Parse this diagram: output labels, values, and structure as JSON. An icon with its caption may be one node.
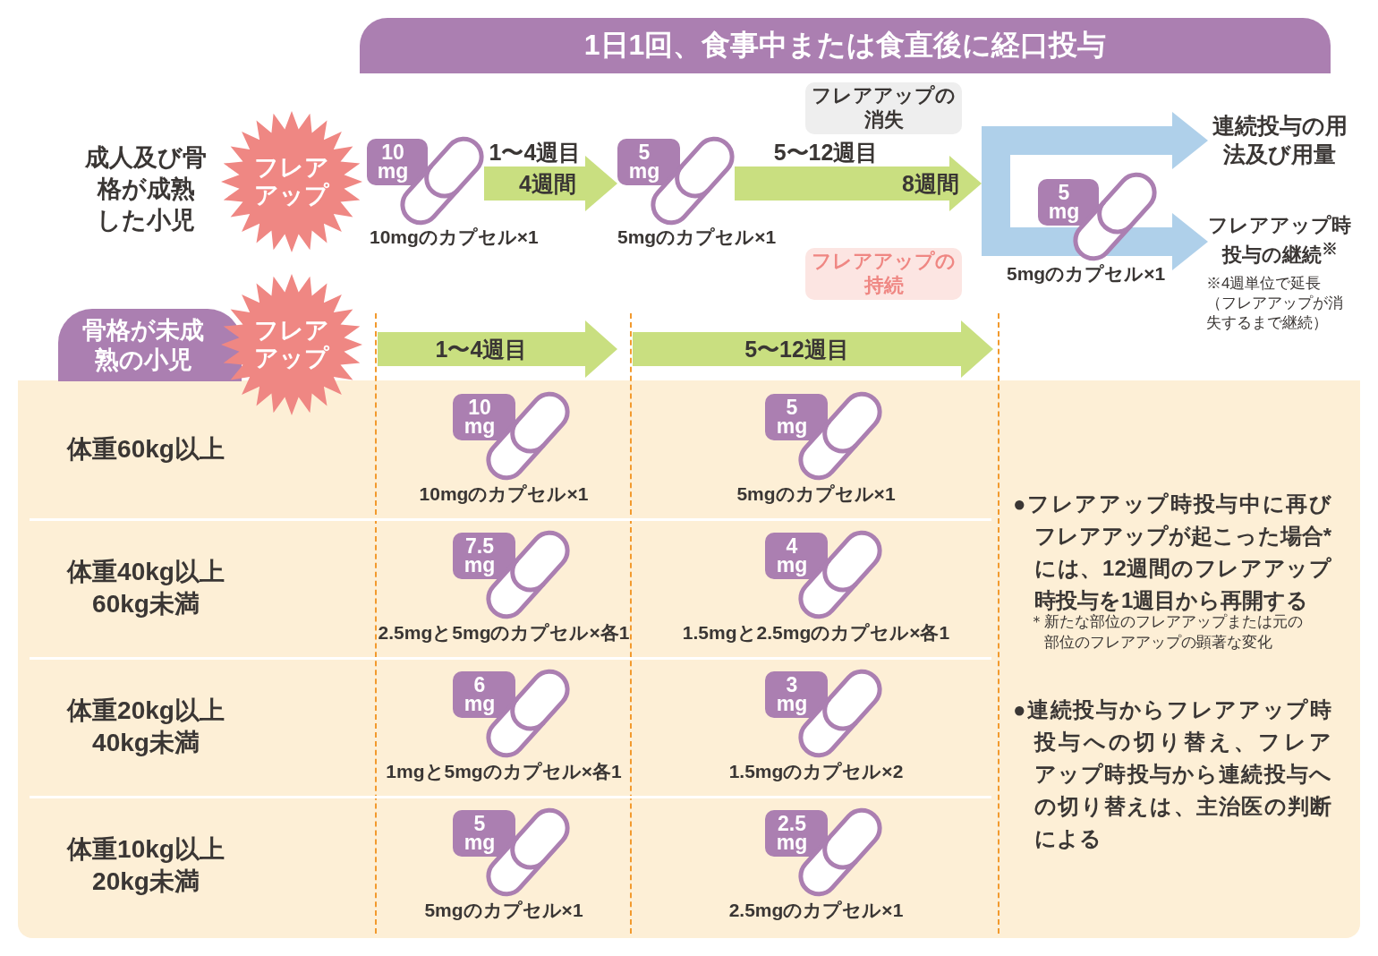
{
  "diagram": {
    "title": "1日1回、食事中または食直後に経口投与",
    "nodes": [
      {
        "text": [
          "フレアアップ"
        ]
      },
      {
        "text": [
          "10 mg"
        ],
        "beside": [
          "10mgのカプセル×1"
        ]
      },
      {
        "text": [
          "5 mg"
        ],
        "beside": [
          "5mgのカプセル×1"
        ]
      },
      {
        "text": [
          "フレアアップの消失"
        ]
      },
      {
        "text": [
          "フレアアップの持続"
        ]
      },
      {
        "text": [],
        "shape": "bar"
      },
      {
        "text": [
          "連続投与の用法及び用量"
        ]
      },
      {
        "text": [
          "5 mg"
        ],
        "beside": [
          "5mgのカプセル×1"
        ]
      },
      {
        "text": [
          "フレアアップ時投与の継続$^{※}$"
        ],
        "beside": [
          "※4週単位で延長（フレアアップが消失するまで継続）"
        ]
      },
      {
        "text": [
          "骨格が未成熟の小児"
        ]
      },
      {
        "text": [
          "フレアアップ"
        ]
      },
      {
        "text": [
          "1〜4週目"
        ]
      },
      {
        "text": [
          "5〜12週目"
        ]
      },
      {
        "text": [
          "10 mg"
        ],
        "beside": [
          "10mgのカプセル×1"
        ]
      },
      {
        "text": [
          "5 mg"
        ],
        "beside": [
          "5mgのカプセル×1"
        ]
      },
      {
        "text": [
          "7.5 mg"
        ],
        "beside": [
          "2.5mgと5mgのカプセル×各1"
        ]
      },
      {
        "text": [
          "4 mg"
        ],
        "beside": [
          "1.5mgと2.5mgのカプセル×各1"
        ]
      },
      {
        "text": [
          "6 mg"
        ],
        "beside": [
          "1mgと5mgのカプセル×各1"
        ]
      },
      {
        "text": [
          "3 mg"
        ],
        "beside": [
          "1.5mgのカプセル×2"
        ]
      },
      {
        "text": [
          "5 mg"
        ],
        "beside": [
          "5mgのカプセル×1"
        ]
      },
      {
        "text": [
          "2.5 mg"
        ],
        "beside": [
          "2.5mgのカプセル×1"
        ]
      }
    ],
    "edges": [
      {
        "from": 1,
        "to": 2,
        "arrow": "to",
        "label": "4週間"
      },
      {
        "from": 2,
        "to": 5,
        "arrow": "to",
        "label": "8週間"
      },
      {
        "from": 5,
        "to": 6,
        "arrow": "to",
        "color": "#afd0ea"
      },
      {
        "from": 5,
        "to": 8,
        "arrow": "to",
        "color": "#afd0ea"
      }
    ],
    "labels": [
      "成人及び骨格が成熟した小児",
      "1〜4週目",
      "5〜12週目",
      "体重60kg以上",
      "体重40kg以上60kg未満",
      "体重20kg以上40kg未満",
      "体重10kg以上20kg未満",
      "●フレアアップ時投与中に再びフレアアップが起こった場合*には、12週間のフレアアップ時投与を1週目から再開する",
      "＊新たな部位のフレアアップまたは元の部位のフレアアップの顕著な変化",
      "●連続投与からフレアアップ時投与への切り替え、フレアアップ時投与から連続投与への切り替えは、主治医の判断による"
    ]
  }
}
